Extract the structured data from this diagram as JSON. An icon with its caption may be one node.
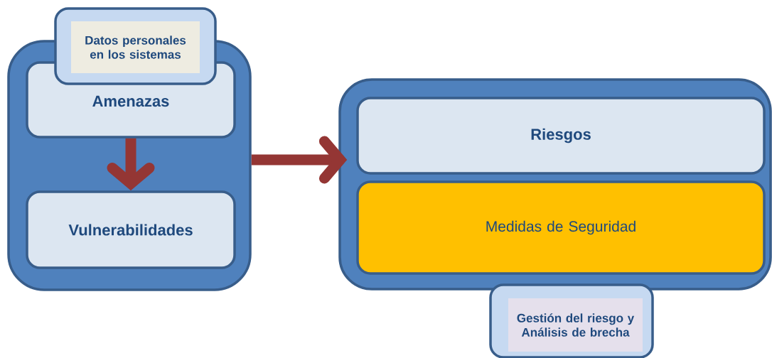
{
  "diagram": {
    "nodes": [
      {
        "text": [
          "Datos personales en los sistemas"
        ]
      },
      {
        "text": [],
        "shape": "box"
      },
      {
        "text": [
          "Amenazas"
        ],
        "in": 1
      },
      {
        "text": [
          "Vulnerabilidades"
        ],
        "in": 1
      },
      {
        "text": [],
        "shape": "box"
      },
      {
        "text": [
          "Riesgos"
        ],
        "in": 4
      },
      {
        "text": [
          "Medidas de Seguridad"
        ],
        "in": 4
      },
      {
        "text": [
          "Gestión del riesgo y Análisis de brecha"
        ]
      }
    ],
    "edges": [
      {
        "from": 2,
        "to": 3,
        "arrow": "to"
      },
      {
        "from": 1,
        "to": 4,
        "arrow": "to"
      }
    ]
  }
}
